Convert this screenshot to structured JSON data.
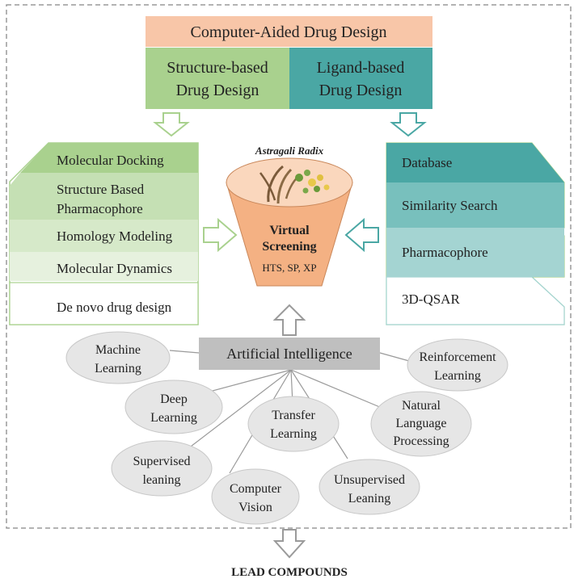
{
  "header": {
    "title": "Computer-Aided Drug Design",
    "structure_based": [
      "Structure-based",
      "Drug Design"
    ],
    "ligand_based": [
      "Ligand-based",
      "Drug Design"
    ]
  },
  "structure_methods": [
    {
      "lines": [
        "Molecular Docking"
      ]
    },
    {
      "lines": [
        "Structure Based",
        "Pharmacophore"
      ]
    },
    {
      "lines": [
        "Homology Modeling"
      ]
    },
    {
      "lines": [
        "Molecular Dynamics"
      ]
    },
    {
      "lines": [
        "De novo drug design"
      ]
    }
  ],
  "ligand_methods": [
    {
      "lines": [
        "Database"
      ]
    },
    {
      "lines": [
        "Similarity Search"
      ]
    },
    {
      "lines": [
        "Pharmacophore"
      ]
    },
    {
      "lines": [
        "3D-QSAR"
      ]
    }
  ],
  "screening": {
    "herb": "Astragali Radix",
    "title": [
      "Virtual",
      "Screening"
    ],
    "subtitle": "HTS, SP, XP"
  },
  "ai": {
    "label": "Artificial Intelligence",
    "branches": [
      {
        "lines": [
          "Machine",
          "Learning"
        ]
      },
      {
        "lines": [
          "Reinforcement",
          "Learning"
        ]
      },
      {
        "lines": [
          "Deep",
          "Learning"
        ]
      },
      {
        "lines": [
          "Transfer",
          "Learning"
        ]
      },
      {
        "lines": [
          "Natural",
          "Language",
          "Processing"
        ]
      },
      {
        "lines": [
          "Supervised",
          "leaning"
        ]
      },
      {
        "lines": [
          "Computer",
          "Vision"
        ]
      },
      {
        "lines": [
          "Unsupervised",
          "Leaning"
        ]
      }
    ]
  },
  "output": "LEAD COMPOUNDS",
  "colors": {
    "title_bg": "#f8c6a8",
    "structure_bg": "#a9d18e",
    "ligand_bg": "#4aa7a4",
    "structure_shades": [
      "#a9d18e",
      "#c5e0b4",
      "#d6e9c9",
      "#e6f1de",
      "#ffffff"
    ],
    "ligand_shades": [
      "#4aa7a4",
      "#78c0bd",
      "#a4d4d2",
      "#ffffff"
    ],
    "funnel": "#f4b183",
    "ai_box": "#bfbfbf",
    "ellipse": "#e6e6e6"
  }
}
